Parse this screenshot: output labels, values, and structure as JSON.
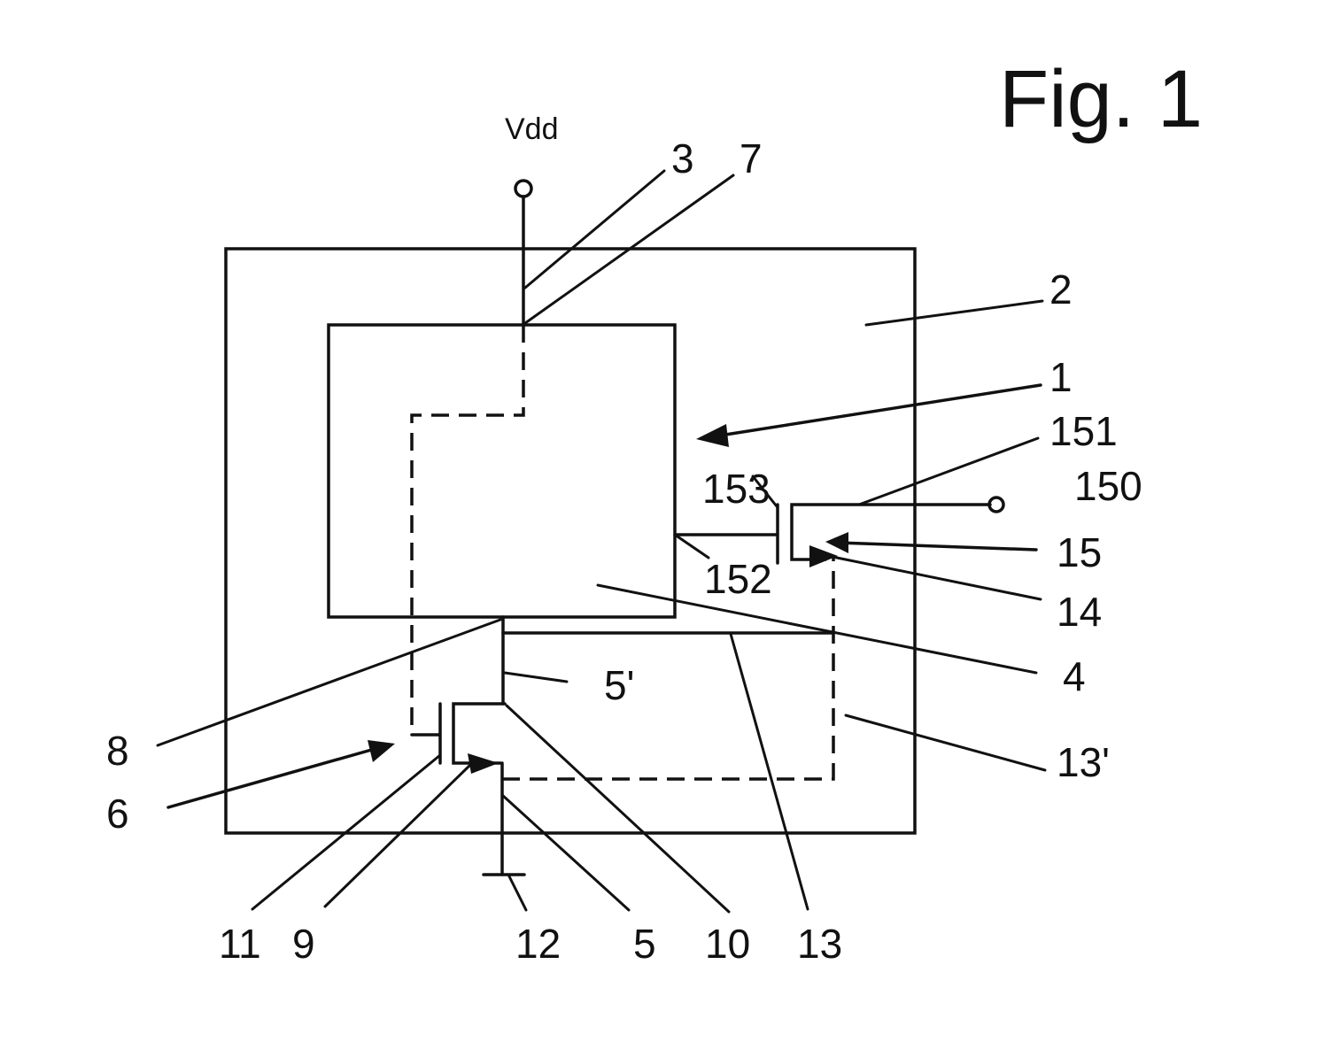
{
  "figure": {
    "title": "Fig. 1",
    "supply_label": "Vdd",
    "refs": {
      "r1": "1",
      "r2": "2",
      "r3": "3",
      "r4": "4",
      "r5": "5",
      "r5p": "5'",
      "r6": "6",
      "r7": "7",
      "r8": "8",
      "r9": "9",
      "r10": "10",
      "r11": "11",
      "r12": "12",
      "r13": "13",
      "r13p": "13'",
      "r14": "14",
      "r15": "15",
      "r150": "150",
      "r151": "151",
      "r152": "152",
      "r153": "153"
    }
  }
}
